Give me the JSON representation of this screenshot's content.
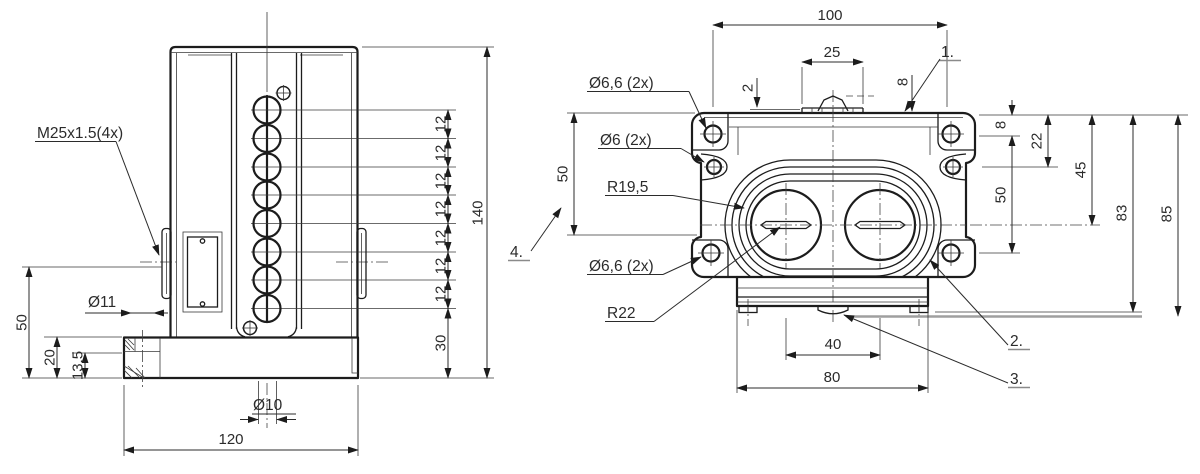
{
  "front_view": {
    "thread_label": "M25x1.5(4x)",
    "dims": {
      "total_height": "140",
      "hole_pitch": "12",
      "base_height": "30",
      "base_width": "120",
      "side_height": "50",
      "boss_height": "20",
      "step_height": "13,5",
      "lug_hole_dia": "Ø11",
      "center_hole_dia": "Ø10"
    }
  },
  "top_view": {
    "labels": {
      "corner_holes_top": "Ø6,6 (2x)",
      "small_holes": "Ø6 (2x)",
      "inner_radius": "R19,5",
      "corner_holes_bottom": "Ø6,6 (2x)",
      "outer_radius": "R22"
    },
    "callouts": {
      "c1": "1.",
      "c2": "2.",
      "c3": "3.",
      "c4": "4."
    },
    "dims": {
      "mount_hole_spacing": "100",
      "terminal_width": "25",
      "cover_step": "2",
      "gland_offset": "8",
      "hole_row_offset": "8",
      "small_hole_offset": "22",
      "center_offset": "45",
      "mount_hole_vspacing": "50",
      "left_height": "50",
      "body_depth": "83",
      "total_depth": "85",
      "bore_spacing": "40",
      "foot_width": "80"
    }
  }
}
